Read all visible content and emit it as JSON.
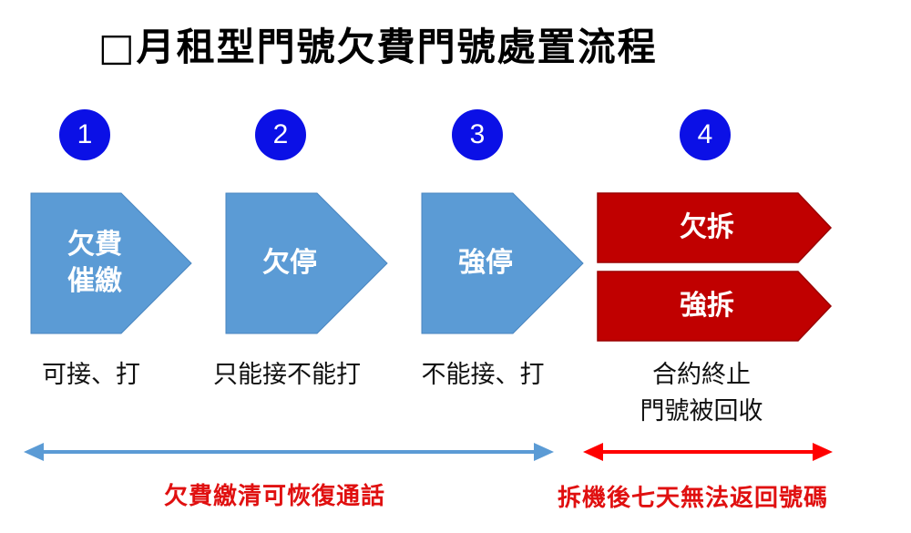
{
  "title": "□月租型門號欠費門號處置流程",
  "steps": [
    {
      "number": "1",
      "label": "欠費\n催繳",
      "description": "可接、打"
    },
    {
      "number": "2",
      "label": "欠停",
      "description": "只能接不能打"
    },
    {
      "number": "3",
      "label": "強停",
      "description": "不能接、打"
    },
    {
      "number": "4",
      "labels": [
        "欠拆",
        "強拆"
      ],
      "description": "合約終止\n門號被回收"
    }
  ],
  "notes": {
    "left": "欠費繳清可恢復通話",
    "right": "拆機後七天無法返回號碼"
  },
  "colors": {
    "circle": "#0b10e6",
    "blue_shape": "#5b9bd5",
    "red_shape": "#c00000",
    "blue_arrow": "#5b9bd5",
    "red_arrow": "#ff0000",
    "note_text": "#e01010"
  }
}
